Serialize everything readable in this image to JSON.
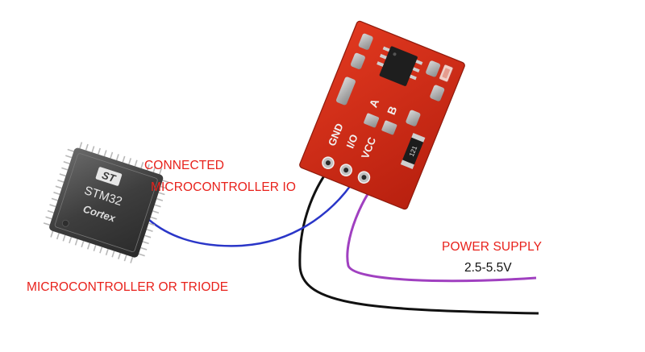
{
  "labels": {
    "connected_line1": "CONNECTED",
    "connected_line2": "MICROCONTROLLER IO",
    "power_supply": "POWER SUPPLY",
    "voltage": "2.5-5.5V",
    "microcontroller": "MICROCONTROLLER OR TRIODE"
  },
  "chip": {
    "brand_logo": "ST",
    "model": "STM32",
    "core": "Cortex"
  },
  "module": {
    "pin_labels": [
      "GND",
      "I/O",
      "VCC"
    ],
    "jumper_labels": [
      "A",
      "B"
    ],
    "resistor_code": "121"
  },
  "colors": {
    "label_red": "#e8211b",
    "pcb_red": "#d42a1a",
    "wire_black": "#111111",
    "wire_blue": "#2a36c8",
    "wire_purple": "#a040c0",
    "chip_body": "#4a4a4a"
  },
  "icons": [
    "st-logo-icon",
    "touch-sensor-ic-icon",
    "led-icon"
  ]
}
